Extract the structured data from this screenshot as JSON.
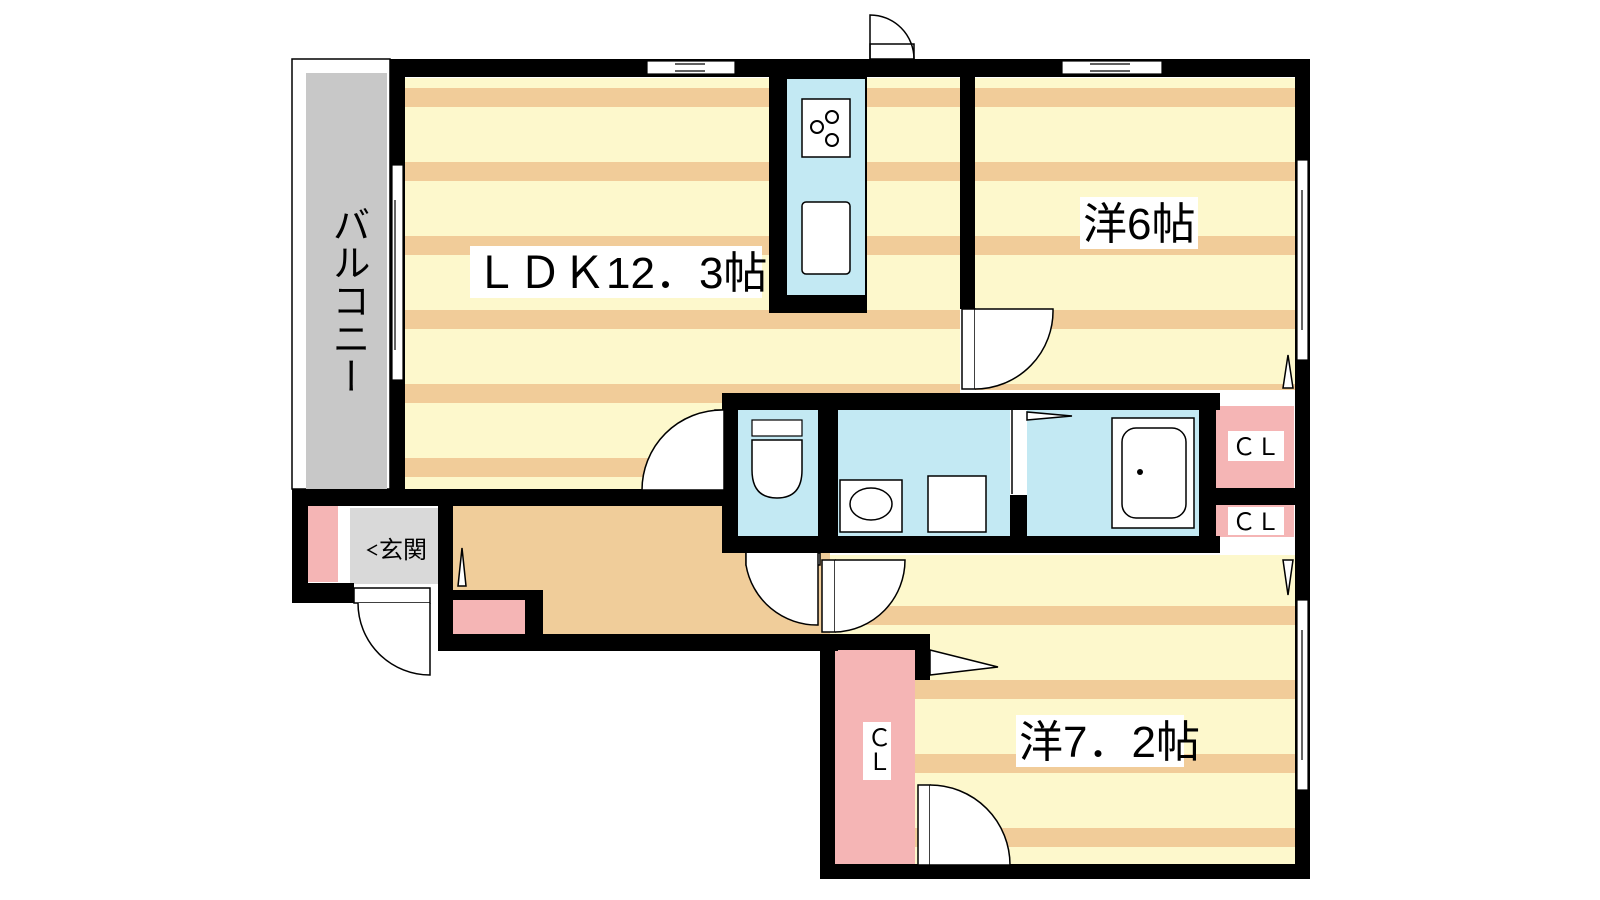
{
  "rooms": {
    "ldk": "ＬＤＫ12．3帖",
    "western_6": "洋6帖",
    "western_7": "洋7．2帖",
    "balcony": "バルコニー",
    "entrance": "玄関",
    "closet": "ＣＬ"
  },
  "colors": {
    "wall": "#000000",
    "floor_light": "#fdf8cc",
    "floor_stripe": "#f1cc99",
    "wet_area": "#c3e9f3",
    "closet": "#f5b5b5",
    "hallway": "#f0cd9a",
    "balcony": "#c8c8c8",
    "entrance_floor": "#d9d9d9"
  }
}
